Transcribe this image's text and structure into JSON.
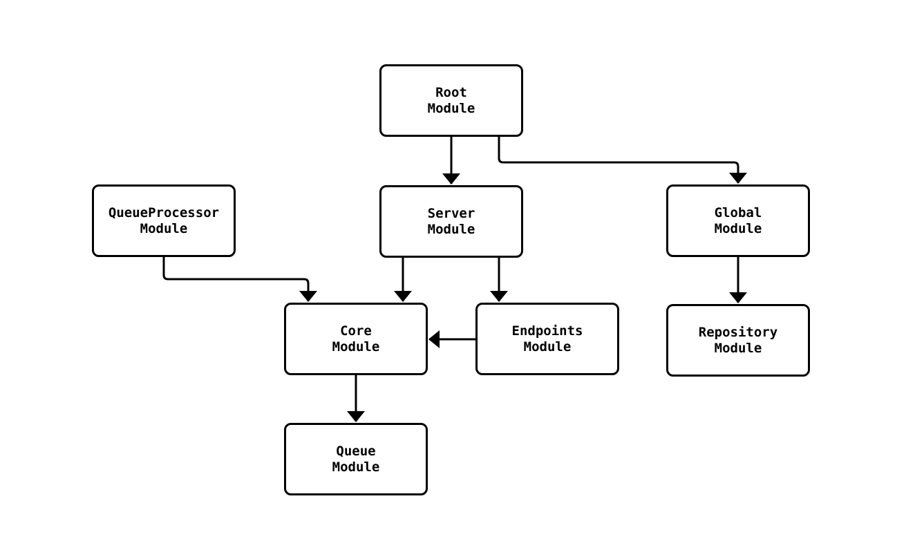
{
  "diagram": {
    "type": "flowchart",
    "background_color": "#ffffff",
    "node_fill_color": "#ffffff",
    "line_color": "#000000",
    "text_color": "#000000",
    "nodes": [
      {
        "id": "root",
        "label": "Root\nModule"
      },
      {
        "id": "server",
        "label": "Server\nModule"
      },
      {
        "id": "queueprocessor",
        "label": "QueueProcessor\nModule"
      },
      {
        "id": "global",
        "label": "Global\nModule"
      },
      {
        "id": "core",
        "label": "Core\nModule"
      },
      {
        "id": "endpoints",
        "label": "Endpoints\nModule"
      },
      {
        "id": "repository",
        "label": "Repository\nModule"
      },
      {
        "id": "queue",
        "label": "Queue\nModule"
      }
    ],
    "edges": [
      {
        "from": "root",
        "to": "server"
      },
      {
        "from": "root",
        "to": "global"
      },
      {
        "from": "queueprocessor",
        "to": "core"
      },
      {
        "from": "server",
        "to": "core"
      },
      {
        "from": "server",
        "to": "endpoints"
      },
      {
        "from": "endpoints",
        "to": "core"
      },
      {
        "from": "global",
        "to": "repository"
      },
      {
        "from": "core",
        "to": "queue"
      }
    ]
  }
}
